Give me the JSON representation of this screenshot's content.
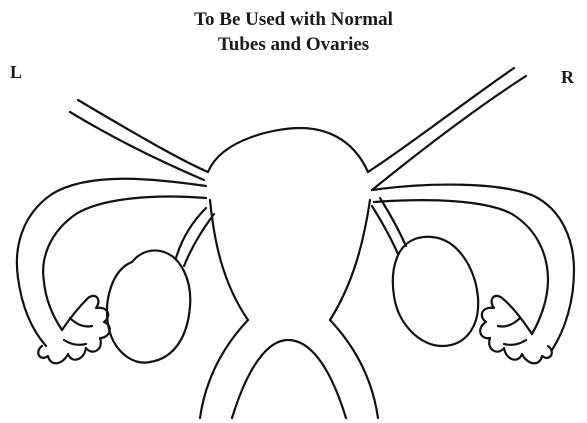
{
  "title": {
    "line1": "To Be Used with Normal",
    "line2": "Tubes and Ovaries"
  },
  "labels": {
    "left": "L",
    "right": "R"
  },
  "colors": {
    "ink": "#111111",
    "background": "#ffffff"
  }
}
